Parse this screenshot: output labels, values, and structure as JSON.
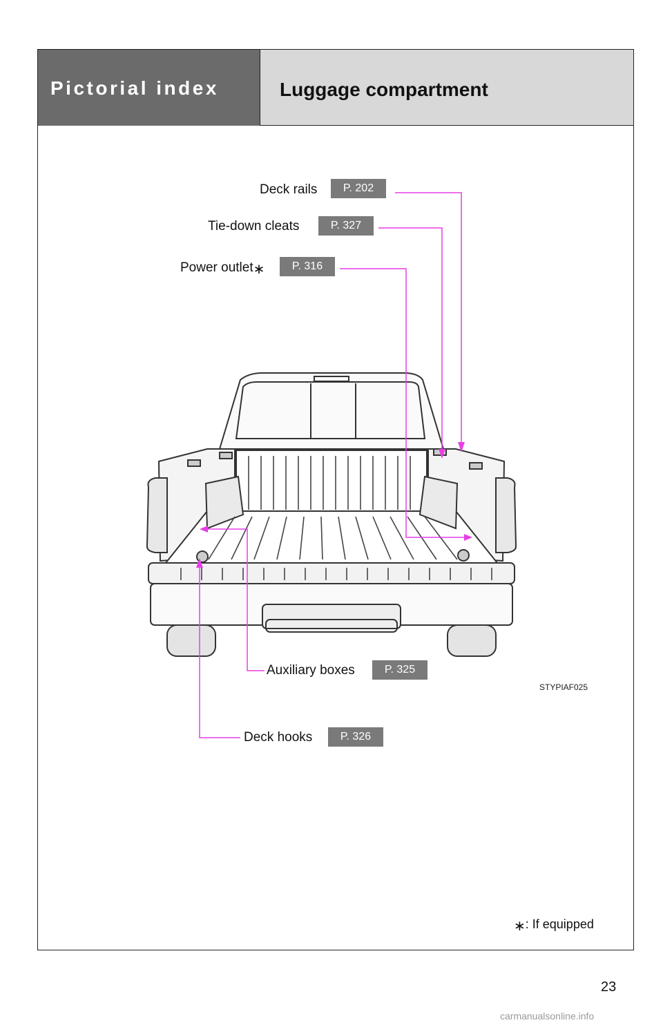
{
  "header": {
    "section": "Pictorial index",
    "title": "Luggage compartment"
  },
  "callouts": {
    "deck_rails": {
      "label": "Deck rails",
      "page": "P. 202"
    },
    "tie_down_cleats": {
      "label": "Tie-down cleats",
      "page": "P. 327"
    },
    "power_outlet": {
      "label": "Power outlet",
      "star": "∗",
      "page": "P. 316"
    },
    "auxiliary_boxes": {
      "label": "Auxiliary boxes",
      "page": "P. 325"
    },
    "deck_hooks": {
      "label": "Deck hooks",
      "page": "P. 326"
    }
  },
  "illustration_code": "STYPIAF025",
  "footnote": {
    "star": "∗",
    "text": ": If equipped"
  },
  "page_number": "23",
  "watermark": "carmanualsonline.info",
  "colors": {
    "leader": "#e63fe6",
    "badge": "#7a7a7a",
    "header_dark": "#6b6b6b",
    "header_light": "#d8d8d8"
  }
}
